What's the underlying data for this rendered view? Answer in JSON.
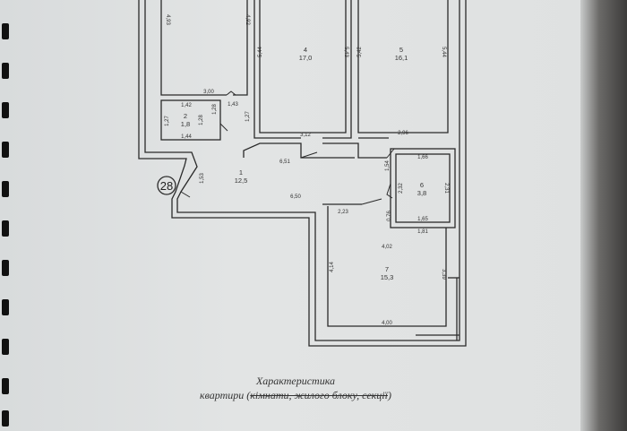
{
  "plan": {
    "apartment_number": "28",
    "rooms": [
      {
        "id": "room-1",
        "number": "1",
        "area": "12,5"
      },
      {
        "id": "room-2",
        "number": "2",
        "area": "1,8"
      },
      {
        "id": "room-4",
        "number": "4",
        "area": "17,0"
      },
      {
        "id": "room-5",
        "number": "5",
        "area": "16,1"
      },
      {
        "id": "room-6",
        "number": "6",
        "area": "3,8"
      },
      {
        "id": "room-7",
        "number": "7",
        "area": "15,3"
      }
    ],
    "dimensions": {
      "d493": "4,93",
      "d492": "4,92",
      "d544a": "5,44",
      "d543": "5,43",
      "d542": "5,42",
      "d544b": "5,44",
      "d300": "3,00",
      "d142": "1,42",
      "d128a": "1,28",
      "d128b": "1,28",
      "d143": "1,43",
      "d127a": "1,27",
      "d127b": "1,27",
      "d144": "1,44",
      "d312": "3,12",
      "d296": "2,96",
      "d651": "6,51",
      "d166": "1,66",
      "d154": "1,54",
      "d153": "1,53",
      "d232": "2,32",
      "d231": "2,31",
      "d650": "6,50",
      "d165": "1,65",
      "d223": "2,23",
      "d076": "0,76",
      "d181": "1,81",
      "d402": "4,02",
      "d414": "4,14",
      "d339": "3,39",
      "d400": "4,00"
    }
  },
  "caption": {
    "title": "Характеристика",
    "subtitle_plain": "квартири (",
    "subtitle_struck": "кімнати, жилого блоку, секції",
    "subtitle_end": ")"
  },
  "colors": {
    "wall": "#2a2a2a",
    "paper": "#e0e2e2",
    "ink": "#333333"
  }
}
